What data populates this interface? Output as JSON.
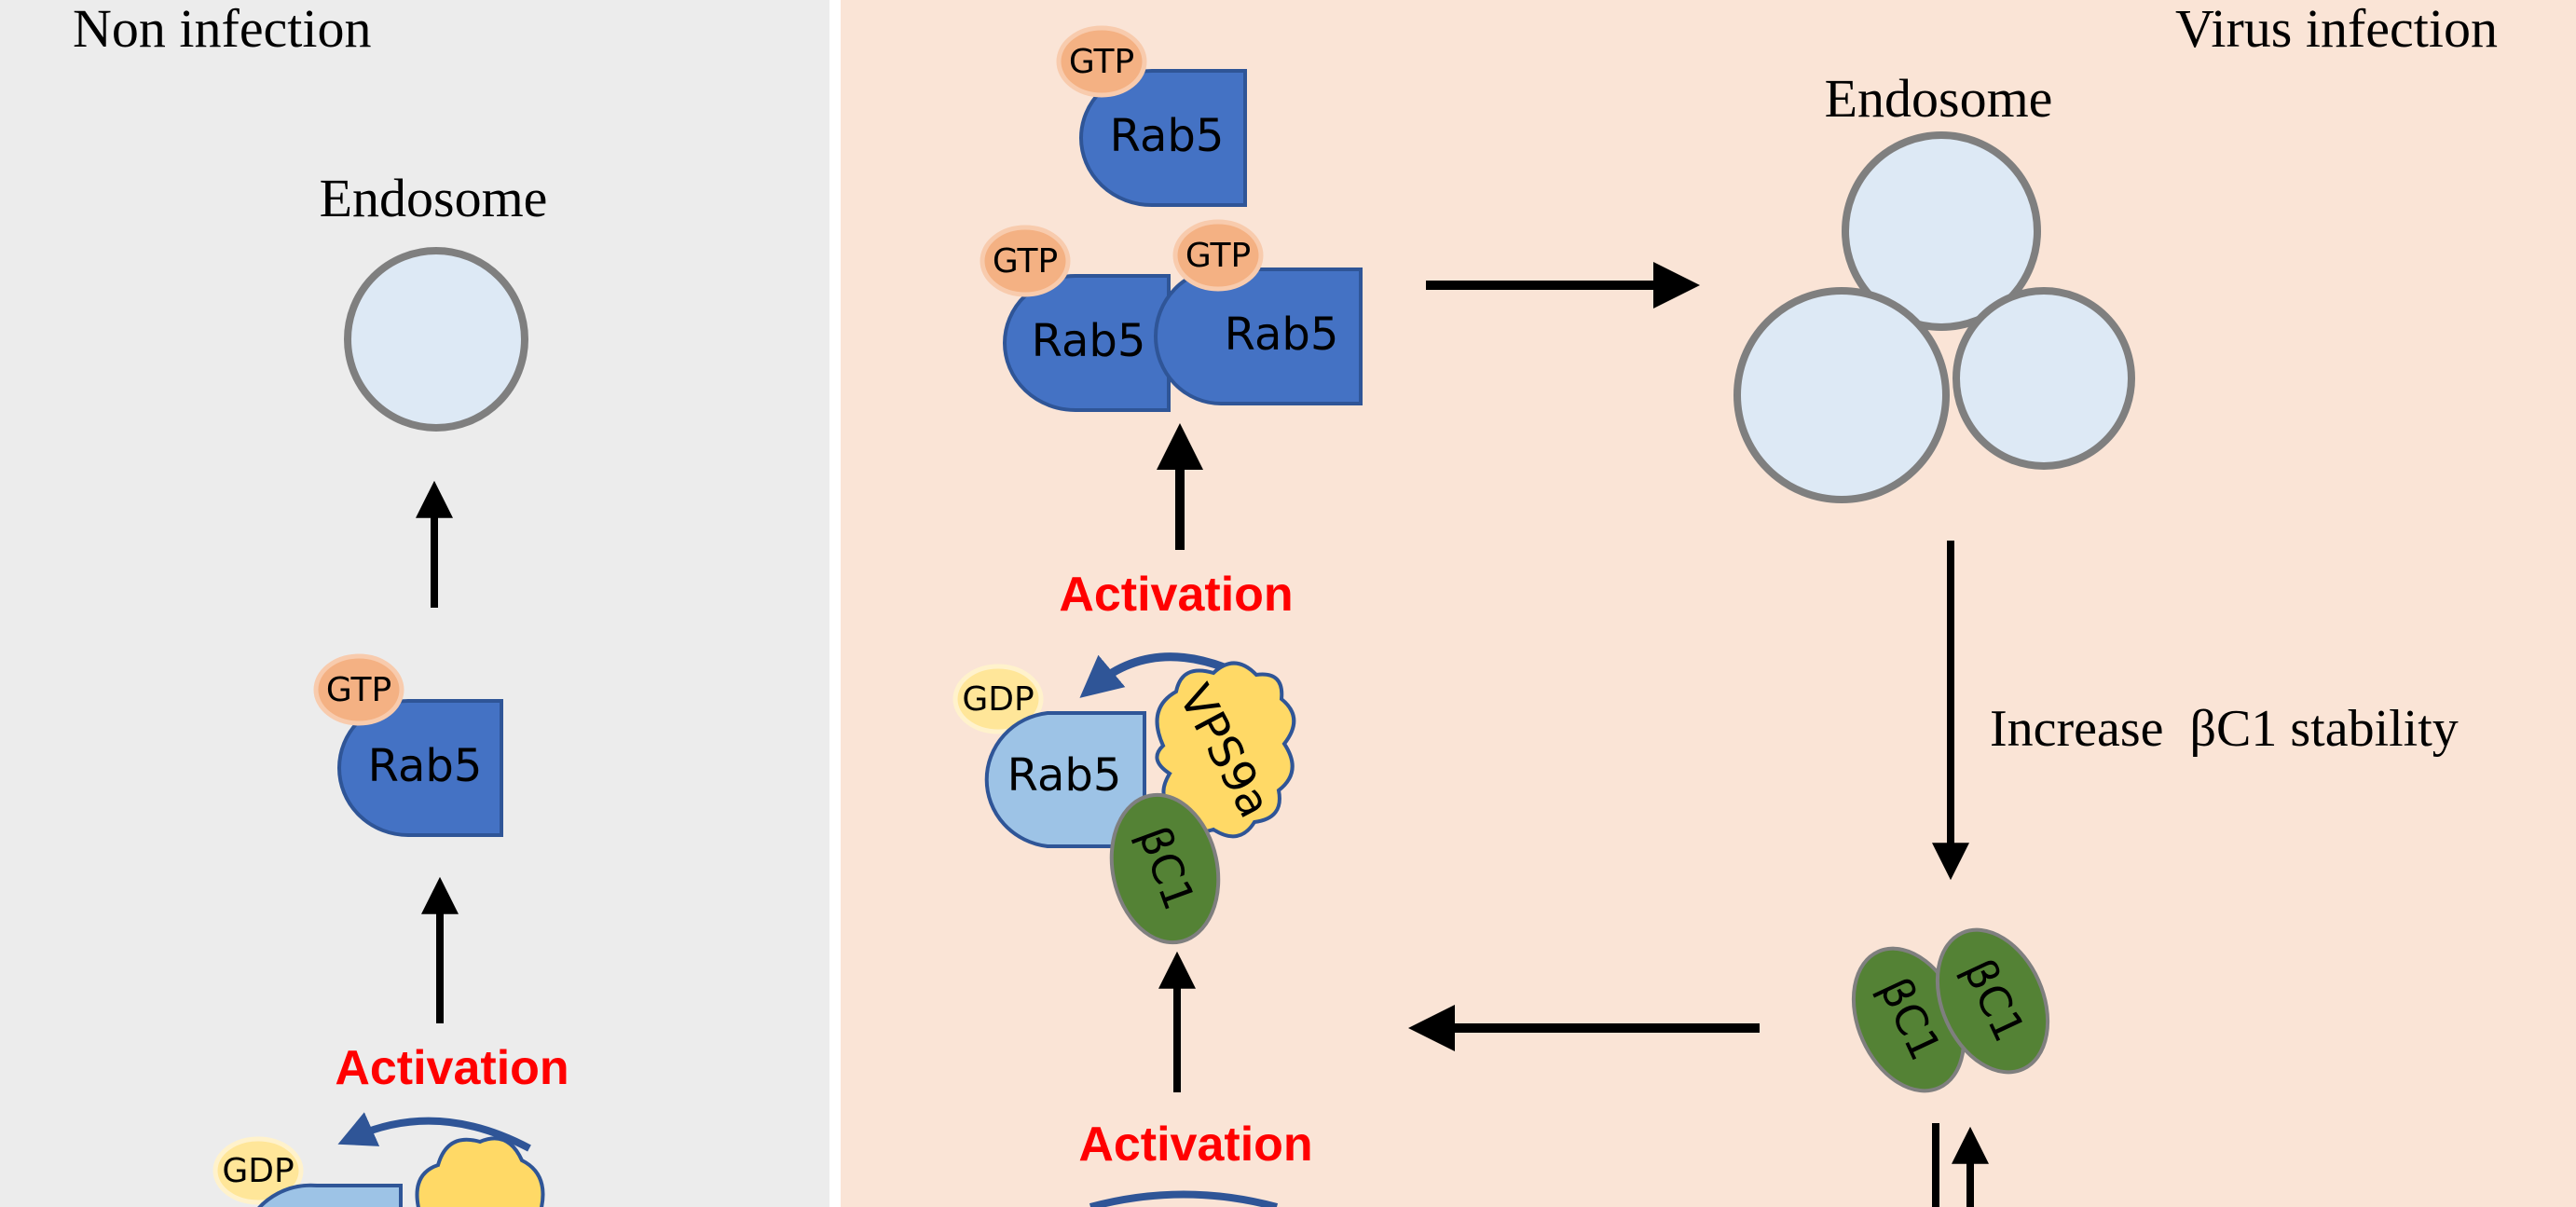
{
  "panels": {
    "left": {
      "title": "Non infection",
      "background": "#ececec"
    },
    "right": {
      "title": "Virus infection",
      "background": "#fae4d6"
    }
  },
  "labels": {
    "endosome": "Endosome",
    "activation": "Activation",
    "increase_stability": "Increase  βC1 stability",
    "gtp": "GTP",
    "gdp": "GDP",
    "rab5": "Rab5",
    "vps9a": "VPS9a",
    "bc1": "βC1"
  },
  "colors": {
    "rab5_active": "#4472c4",
    "rab5_inactive": "#9dc3e6",
    "rab5_stroke": "#2f5597",
    "gtp": "#f4b183",
    "gdp": "#ffe699",
    "vps9a": "#ffd966",
    "bc1": "#548235",
    "endosome_fill": "#dde9f5",
    "endosome_stroke": "#7f7f7f",
    "activation_text": "#ff0000",
    "arrow": "#000000",
    "curved_arrow": "#2f5597"
  },
  "icons": {
    "arrow": "arrow-icon",
    "curved_arrow": "curved-arrow-icon"
  }
}
